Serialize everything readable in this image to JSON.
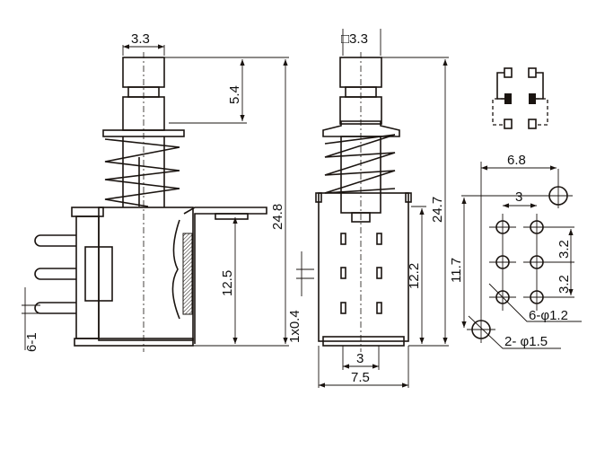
{
  "title": "Push switch dimensional drawing",
  "side_view": {
    "top_width": "3.3",
    "button_travel": "5.4",
    "total_height": "24.8",
    "body_height": "12.5",
    "pin_pitch": "6-1",
    "pin_size": "1x0.4"
  },
  "front_view": {
    "button_square": "□3.3",
    "total_height": "24.7",
    "body_height": "12.2",
    "pin_spacing": "3",
    "body_width": "7.5"
  },
  "footprint": {
    "width": "6.8",
    "column_pitch": "3",
    "height": "11.7",
    "row_pitch_1": "3.2",
    "row_pitch_2": "3.2",
    "small_holes": "6-φ1.2",
    "large_holes": "2- φ1.5"
  },
  "colors": {
    "line": "#1a1410",
    "background": "#ffffff"
  }
}
